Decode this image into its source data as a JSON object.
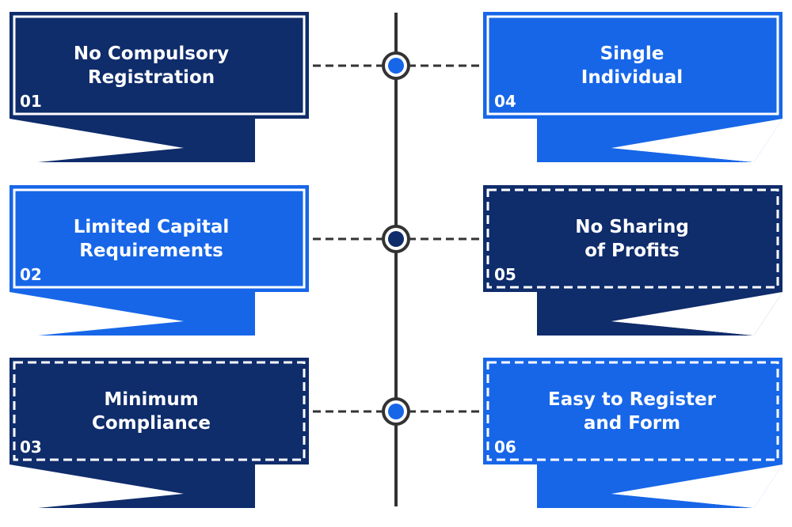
{
  "colors": {
    "dark": "#0f2c6b",
    "bright": "#1766e8",
    "line": "#333333",
    "white": "#ffffff"
  },
  "cards": [
    {
      "number": "01",
      "lines": [
        "No Compulsory",
        "Registration"
      ],
      "color": "#0f2c6b",
      "border": "solid",
      "side": "left",
      "row": 0,
      "dot": "#1766e8"
    },
    {
      "number": "02",
      "lines": [
        "Limited Capital",
        "Requirements"
      ],
      "color": "#1766e8",
      "border": "solid",
      "side": "left",
      "row": 1,
      "dot": "#0f2c6b"
    },
    {
      "number": "03",
      "lines": [
        "Minimum",
        "Compliance"
      ],
      "color": "#0f2c6b",
      "border": "dashed",
      "side": "left",
      "row": 2,
      "dot": "#1766e8"
    },
    {
      "number": "04",
      "lines": [
        "Single",
        "Individual"
      ],
      "color": "#1766e8",
      "border": "solid",
      "side": "right",
      "row": 0,
      "dot": "#1766e8"
    },
    {
      "number": "05",
      "lines": [
        "No Sharing",
        "of Profits"
      ],
      "color": "#0f2c6b",
      "border": "dashed",
      "side": "right",
      "row": 1,
      "dot": "#0f2c6b"
    },
    {
      "number": "06",
      "lines": [
        "Easy to Register",
        "and Form"
      ],
      "color": "#1766e8",
      "border": "dashed",
      "side": "right",
      "row": 2,
      "dot": "#1766e8"
    }
  ]
}
